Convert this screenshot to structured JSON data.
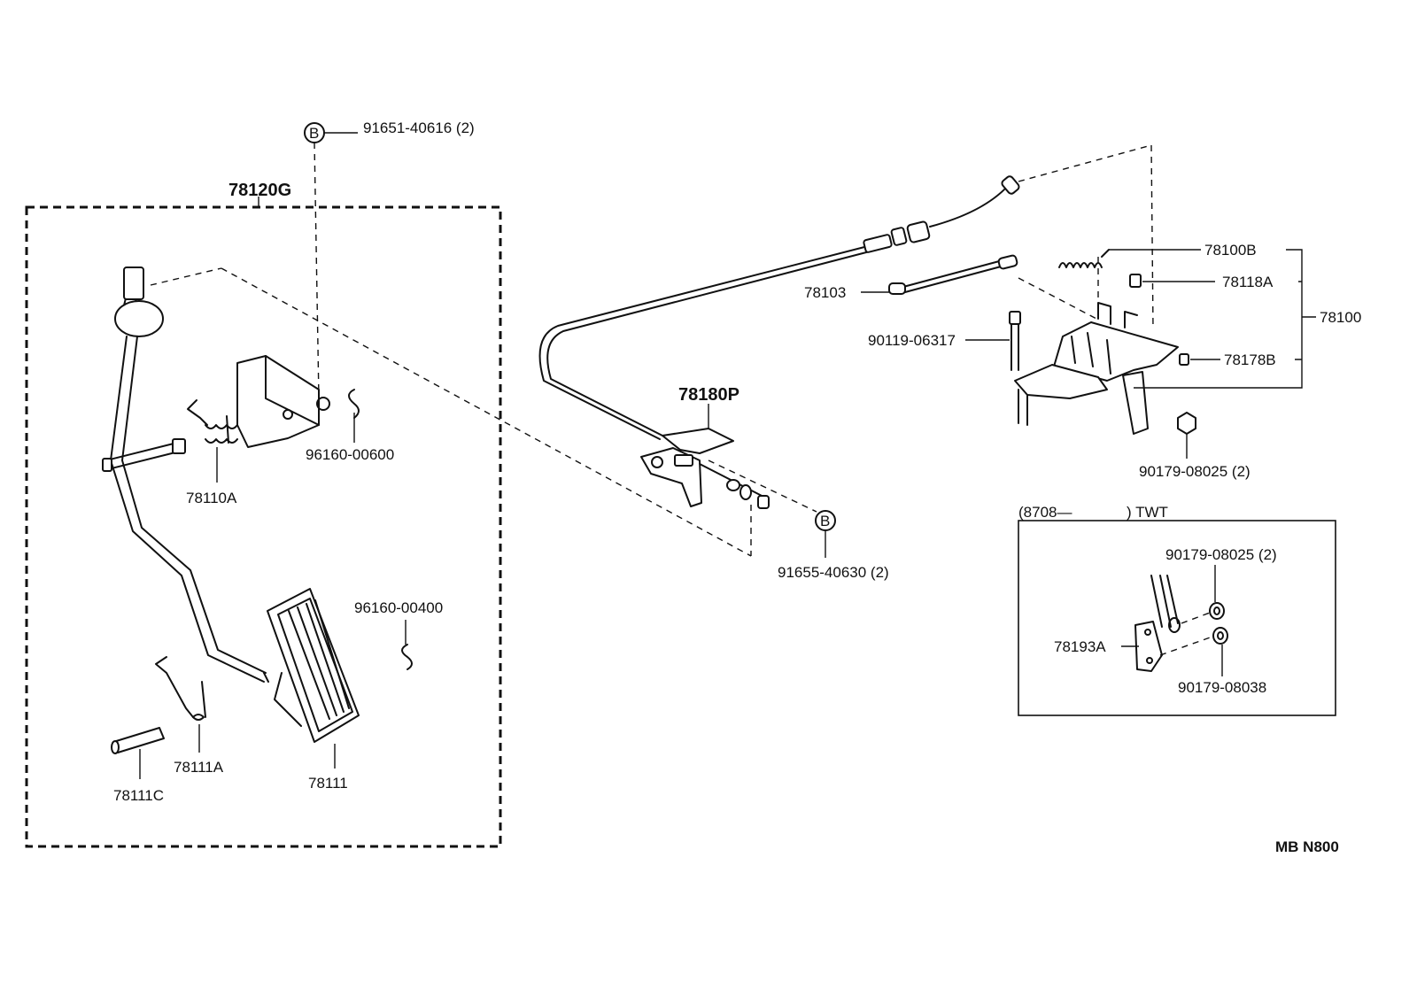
{
  "labels": {
    "assy_pedal": "78120G",
    "bolt_top": "91651-40616 (2)",
    "ref_b_top": "B",
    "clip_small_1": "96160-00600",
    "spring_1": "78110A",
    "clip_small_2": "96160-00400",
    "spring_2": "78111A",
    "pin": "78111C",
    "pedal_pad": "78111",
    "bracket_mid": "78180P",
    "ref_b_mid": "B",
    "bolt_mid": "91655-40630 (2)",
    "spring_link": "78100B",
    "rod": "78103",
    "stopper": "78118A",
    "assy_link": "78100",
    "bolt_long": "90119-06317",
    "cushion": "78178B",
    "nut_right": "90179-08025 (2)",
    "inset_title_left": "(8708—",
    "inset_title_right": ") TWT",
    "inset_nut_top": "90179-08025 (2)",
    "inset_bracket": "78193A",
    "inset_nut_bottom": "90179-08038",
    "footer_code": "MB  N800"
  }
}
